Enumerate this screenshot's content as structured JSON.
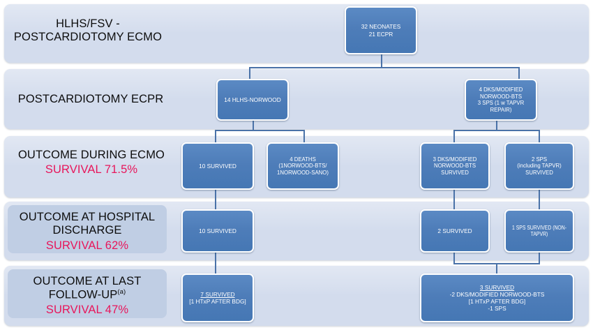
{
  "diagram": {
    "title": "HLHS/FSV postcardiotomy ECMO outcomes flowchart",
    "accent_node_color": "#4e7db9",
    "band_color": "#d3dced",
    "survival_text_color": "#e8155a",
    "connector_color": "#4a72a8"
  },
  "rows": [
    {
      "id": "row-ecmo",
      "label_line1": "HLHS/FSV -",
      "label_line2": "POSTCARDIOTOMY ECMO",
      "survival": ""
    },
    {
      "id": "row-ecpr",
      "label_line1": "POSTCARDIOTOMY ECPR",
      "label_line2": "",
      "survival": ""
    },
    {
      "id": "row-during-ecmo",
      "label_line1": "OUTCOME DURING ECMO",
      "label_line2": "",
      "survival": "SURVIVAL 71.5%"
    },
    {
      "id": "row-discharge",
      "label_line1": "OUTCOME AT HOSPITAL",
      "label_line2": "DISCHARGE",
      "survival": "SURVIVAL 62%"
    },
    {
      "id": "row-followup",
      "label_line1": "OUTCOME AT LAST",
      "label_line2": "FOLLOW-UP",
      "label_line2_sup": "(a)",
      "survival": "SURVIVAL 47%"
    }
  ],
  "nodes": {
    "root": {
      "lines": [
        "32 NEONATES",
        "21 ECPR"
      ]
    },
    "norwood": {
      "lines": [
        "14 HLHS-NORWOOD"
      ]
    },
    "dks_sps": {
      "lines": [
        "4 DKS/MODIFIED",
        "NORWOOD-BTS",
        "3 SPS (1 w TAPVR",
        "REPAIR)"
      ]
    },
    "ecmo_survived_10": {
      "lines": [
        "10 SURVIVED"
      ]
    },
    "ecmo_deaths_4": {
      "lines": [
        "4 DEATHS",
        "(1NORWOOD-BTS/",
        "1NORWOOD-SANO)"
      ]
    },
    "ecmo_dks_3": {
      "lines": [
        "3 DKS/MODIFIED",
        "NORWOOD-BTS",
        "SURVIVED"
      ]
    },
    "ecmo_sps_2": {
      "lines": [
        "2 SPS",
        "(including TAPVR)",
        "SURVIVED"
      ]
    },
    "disch_survived_10": {
      "lines": [
        "10 SURVIVED"
      ]
    },
    "disch_survived_2": {
      "lines": [
        "2 SURVIVED"
      ]
    },
    "disch_sps_1": {
      "lines": [
        "1 SPS SURVIVED (NON-",
        "TAPVR)"
      ]
    },
    "fu_survived_7": {
      "lines": [
        "7 SURVIVED",
        "[1 HTxP AFTER BDG]"
      ]
    },
    "fu_survived_3": {
      "lines": [
        "3 SURVIVED",
        "-2 DKS/MODIFIED NORWOOD-BTS",
        "[1 HTxP AFTER BDG]",
        "-1 SPS"
      ]
    }
  }
}
